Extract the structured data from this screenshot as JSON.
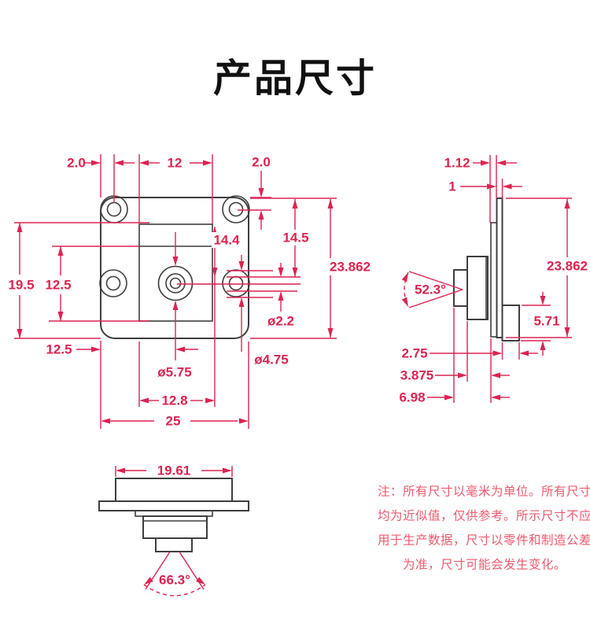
{
  "title": "产品尺寸",
  "colors": {
    "dimension": "#DC2351",
    "part_line": "#3E3E3E",
    "note_text": "#EE5A6E",
    "title_text": "#111111",
    "background": "#FFFFFF"
  },
  "front_view": {
    "dim_top_left_edge_to_hole": "2.0",
    "dim_top_sensor_width": "12",
    "dim_top_right_edge_to_hole": "2.0",
    "dim_top_to_lens_center": "14.4",
    "dim_top_to_hole_center": "14.5",
    "dim_overall_height": "23.862",
    "dim_left_height": "19.5",
    "dim_left_sensor_height": "12.5",
    "dim_bottom_left_to_lens": "12.5",
    "dim_hole_inner_diameter": "ø2.2",
    "dim_lens_diameter": "ø5.75",
    "dim_hole_outer_diameter": "ø4.75",
    "dim_bottom_sensor_width": "12.8",
    "dim_overall_width": "25"
  },
  "side_view": {
    "dim_board_with_layer_thickness": "1.12",
    "dim_board_thickness": "1",
    "dim_fov_angle": "52.3°",
    "dim_overall_height": "23.862",
    "dim_connector_height": "5.71",
    "dim_connector_depth": "2.75",
    "dim_housing_depth": "3.875",
    "dim_total_depth": "6.98"
  },
  "bottom_view": {
    "dim_body_width": "19.61",
    "dim_fov_angle": "66.3°"
  },
  "note": {
    "lines": [
      "注：所有尺寸以毫米为单位。所有尺寸",
      "均为近似值，仅供参考。所示尺寸不应",
      "用于生产数据，尺寸以零件和制造公差",
      "为准，尺寸可能会发生变化。"
    ]
  }
}
